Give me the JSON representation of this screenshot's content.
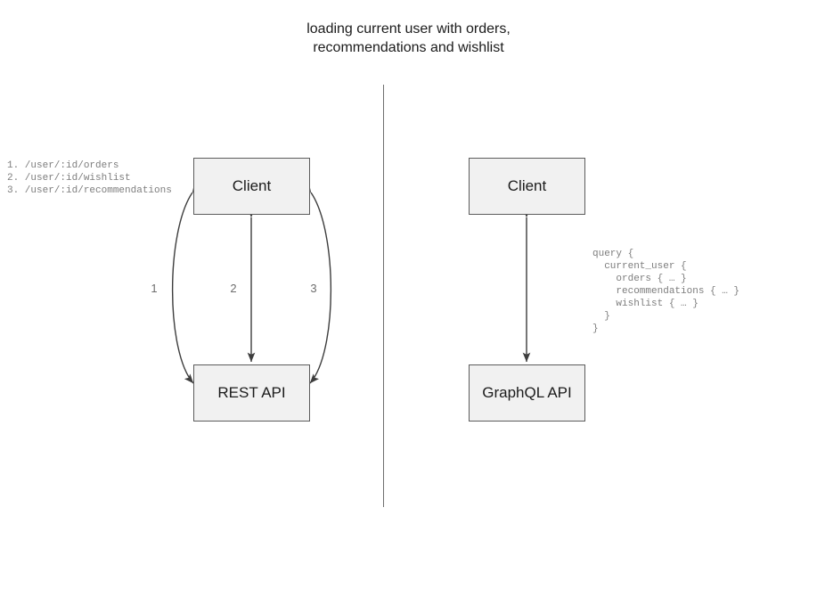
{
  "title": "loading current user with orders,\nrecommendations and wishlist",
  "divider": {
    "label": "vertical-separator"
  },
  "rest_side": {
    "client_label": "Client",
    "api_label": "REST API",
    "edge_numbers": [
      "1",
      "2",
      "3"
    ],
    "endpoints": "1. /user/:id/orders\n2. /user/:id/wishlist\n3. /user/:id/recommendations"
  },
  "graphql_side": {
    "client_label": "Client",
    "api_label": "GraphQL API",
    "query": "query {\n  current_user {\n    orders { … }\n    recommendations { … }\n    wishlist { … }\n  }\n}"
  },
  "colors": {
    "box_fill": "#f1f1f1",
    "box_border": "#5c5c5c",
    "connector": "#3d3d3d",
    "divider": "#6f6f6f",
    "text": "#1b1b1b",
    "muted_text": "#7d7d7d",
    "background": "#ffffff"
  }
}
